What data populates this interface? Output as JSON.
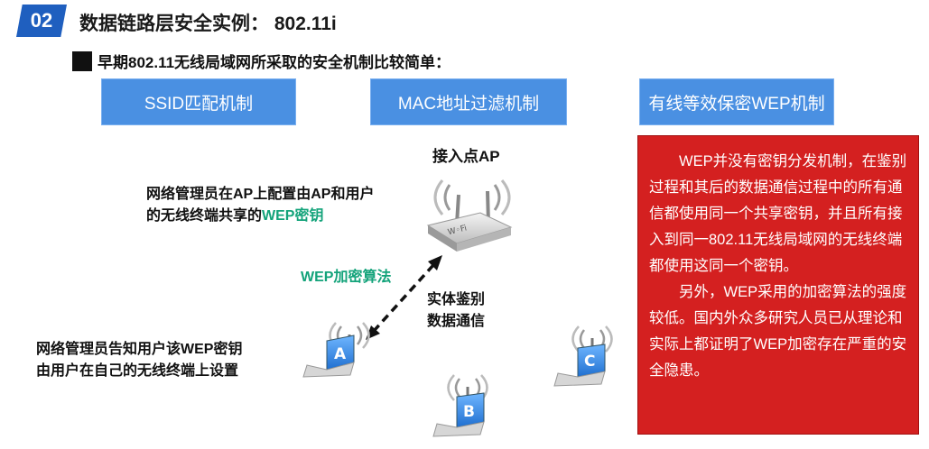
{
  "header": {
    "badge": "02",
    "title": "数据链路层安全实例：  802.11i",
    "accent_color": "#1f5fbf"
  },
  "subheading": "早期802.11无线局域网所采取的安全机制比较简单：",
  "mechanisms": [
    {
      "label": "SSID匹配机制"
    },
    {
      "label": "MAC地址过滤机制"
    },
    {
      "label": "有线等效保密WEP机制"
    }
  ],
  "diagram": {
    "ap_label": "接入点AP",
    "admin_config_line1": "网络管理员在AP上配置由AP和用户",
    "admin_config_line2_prefix": "的无线终端共享的",
    "admin_config_line2_highlight": "WEP密钥",
    "wep_algorithm": "WEP加密算法",
    "auth_line1": "实体鉴别",
    "auth_line2": "数据通信",
    "admin_notify_line1": "网络管理员告知用户该WEP密钥",
    "admin_notify_line2": "由用户在自己的无线终端上设置",
    "terminals": [
      "A",
      "B",
      "C"
    ],
    "ap_icon": "wifi-router-icon",
    "terminal_icon": "laptop-wifi-icon",
    "highlight_color": "#13a37a"
  },
  "wep_note": {
    "paragraph1": "WEP并没有密钥分发机制，在鉴别过程和其后的数据通信过程中的所有通信都使用同一个共享密钥，并且所有接入到同一802.11无线局域网的无线终端都使用这同一个密钥。",
    "paragraph2": "另外，WEP采用的加密算法的强度较低。国内外众多研究人员已从理论和实际上都证明了WEP加密存在严重的安全隐患。",
    "background_color": "#d42020"
  }
}
